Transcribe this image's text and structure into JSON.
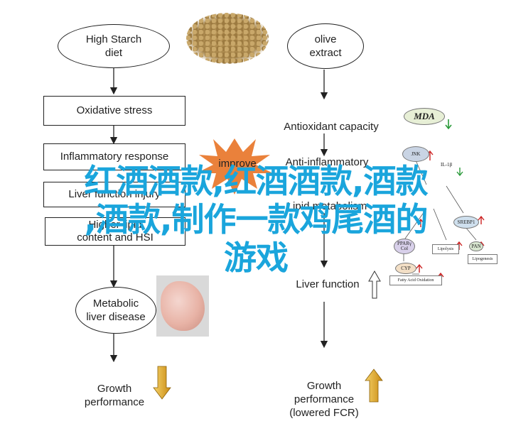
{
  "left_column": {
    "high_starch": "High Starch\ndiet",
    "oxidative": "Oxidative stress",
    "inflammatory": "Inflammatory response",
    "liver_injury": "Liver function injury",
    "higher_lipid": "Higher lipid\ncontent and HSI",
    "metabolic": "Metabolic\nliver disease",
    "growth": "Growth\nperformance"
  },
  "middle": {
    "improve": "improve"
  },
  "right_column": {
    "olive": "olive\nextract",
    "antioxidant": "Antioxidant capacity",
    "anti_inflammatory": "Anti-inflammatory",
    "lipid_metabolism": "Lipid metabolism",
    "liver_function": "Liver function",
    "growth": "Growth\nperformance\n(lowered FCR)"
  },
  "pathway": {
    "mda": "MDA",
    "jnk": "JNK",
    "il1b": "IL-1β",
    "srebp1": "SREBP1",
    "lipolysis": "Lipolysis",
    "pan": "PAN",
    "lipogenesis": "Lipogenesis",
    "cyp": "CYP",
    "fatty": "Fatty Acid Oxidation",
    "pparg": "PPARγ\nCol"
  },
  "overlay_text": {
    "line1": "红酒酒款,红酒酒款,酒款",
    "line2": ",酒款,制作一款鸡尾酒的",
    "line3": "游戏"
  },
  "colors": {
    "overlay": "#1aa5dc",
    "arrow_up_red": "#cc2222",
    "arrow_down_green": "#2a9a3a",
    "growth_arrow": "#e0a020",
    "starburst": "#e8762a"
  }
}
